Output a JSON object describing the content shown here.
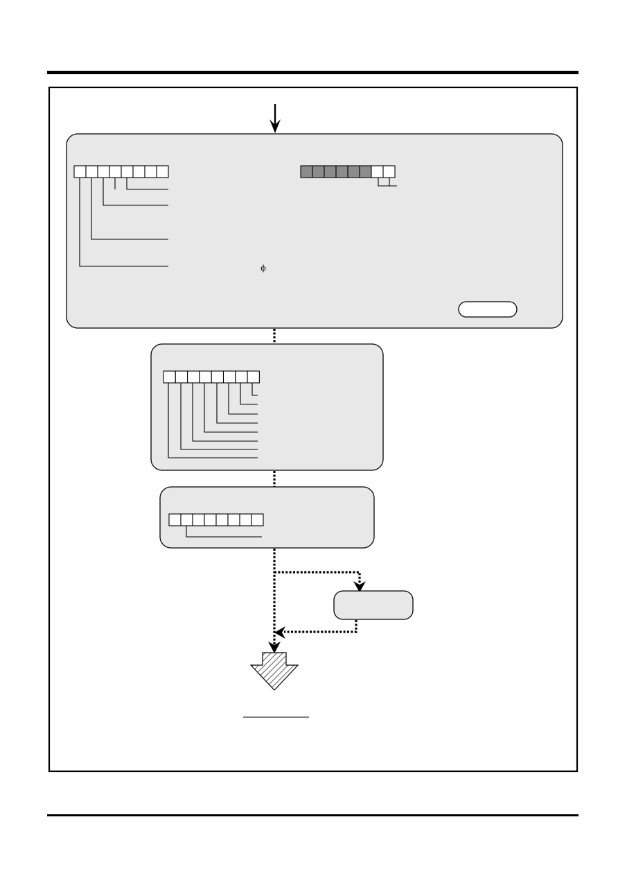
{
  "diagram": {
    "register_1": {
      "bits": 8
    },
    "register_2": {
      "bits": 8,
      "shaded_bits": 6
    },
    "register_3": {
      "bits": 8
    },
    "register_4": {
      "bits": 8
    },
    "marker_symbol": "ϕ"
  }
}
